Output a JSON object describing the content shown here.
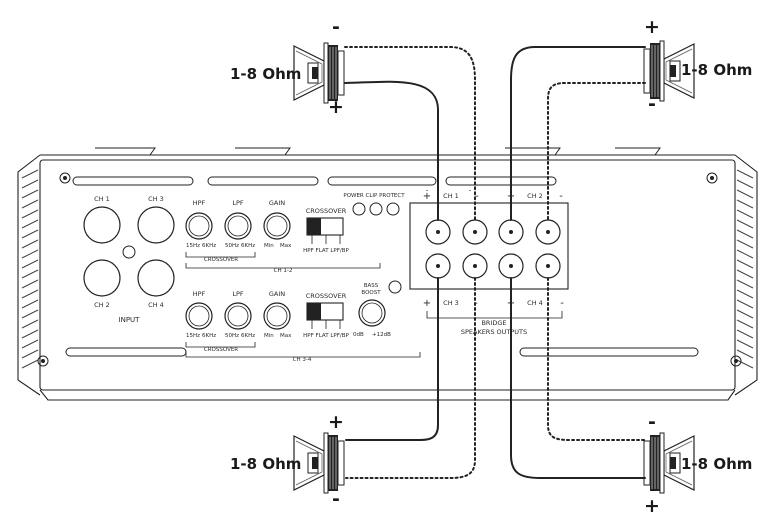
{
  "impedance_label": "1-8 Ohm",
  "amp": {
    "input": {
      "label": "INPUT",
      "channels": [
        "CH 1",
        "CH 3",
        "CH 2",
        "CH 4"
      ]
    },
    "section_ch12": {
      "hpf": "HPF",
      "lpf": "LPF",
      "gain": "GAIN",
      "hpf_range_min": "15Hz",
      "hpf_range_max": "6KHz",
      "lpf_range_min": "50Hz",
      "lpf_range_max": "6KHz",
      "gain_min": "Min",
      "gain_max": "Max",
      "crossover_group": "CROSSOVER",
      "crossover_switch": "CROSSOVER",
      "switch_positions": "HPF FLAT LPF/BP",
      "channel_group": "CH 1-2"
    },
    "section_ch34": {
      "hpf": "HPF",
      "lpf": "LPF",
      "gain": "GAIN",
      "hpf_range_min": "15Hz",
      "hpf_range_max": "6KHz",
      "lpf_range_min": "50Hz",
      "lpf_range_max": "6KHz",
      "gain_min": "Min",
      "gain_max": "Max",
      "crossover_group": "CROSSOVER",
      "crossover_switch": "CROSSOVER",
      "switch_positions": "HPF FLAT LPF/BP",
      "channel_group": "CH 3-4"
    },
    "indicators": "POWER CLIP PROTECT",
    "bass_boost": {
      "label_top": "BASS",
      "label_bottom": "BOOST",
      "min": "0dB",
      "max": "+12dB"
    },
    "outputs": {
      "top_channels": [
        "CH 1",
        "CH 2"
      ],
      "bottom_channels": [
        "CH 3",
        "CH 4"
      ],
      "plus": "+",
      "minus": "-",
      "bridge": "BRIDGE",
      "speakers_outputs": "SPEAKERS OUTPUTS"
    }
  },
  "speakers": [
    {
      "id": "top-left",
      "label": "1-8 Ohm",
      "pol_top": "-",
      "pol_bottom": "+"
    },
    {
      "id": "top-right",
      "label": "1-8 Ohm",
      "pol_top": "+",
      "pol_bottom": "-"
    },
    {
      "id": "bottom-left",
      "label": "1-8 Ohm",
      "pol_top": "+",
      "pol_bottom": "-"
    },
    {
      "id": "bottom-right",
      "label": "1-8 Ohm",
      "pol_top": "-",
      "pol_bottom": "+"
    }
  ],
  "colors": {
    "line": "#222222",
    "panel": "#ffffff",
    "fin": "#444444"
  }
}
